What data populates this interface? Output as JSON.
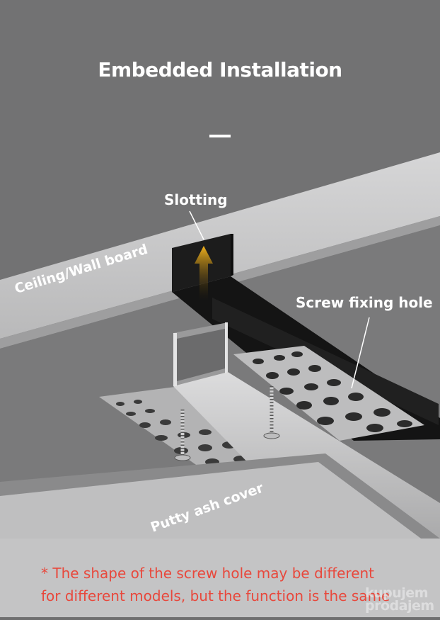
{
  "title": "Embedded Installation",
  "labels": {
    "slotting": "Slotting",
    "ceiling_wall_board": "Ceiling/Wall board",
    "screw_fixing_hole": "Screw fixing hole",
    "putty_ash_cover": "Putty ash cover"
  },
  "note": {
    "line1": "* The shape of the screw hole may be different",
    "line2": "for different models, but the function is the same"
  },
  "watermark": {
    "line1": "kupujem",
    "line2": "prodajem"
  },
  "colors": {
    "background": "#6f6f70",
    "board": "#c9c9ca",
    "slot": "#1b1b1b",
    "arrow": "#e8a81c",
    "note_text": "#e8483c",
    "label_text": "#ffffff"
  }
}
